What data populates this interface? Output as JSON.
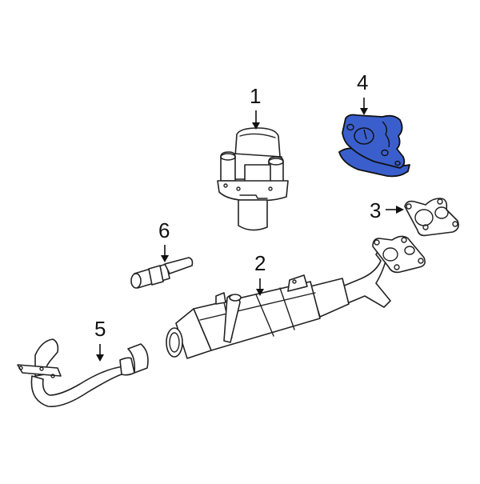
{
  "diagram": {
    "type": "exploded parts diagram",
    "highlight_color": "#3a5fcd",
    "line_color": "#222222",
    "background": "#ffffff",
    "parts": [
      {
        "callout": "1",
        "name": "EGR valve / air pump body",
        "highlighted": false
      },
      {
        "callout": "2",
        "name": "EGR cooler",
        "highlighted": false
      },
      {
        "callout": "3",
        "name": "gasket",
        "highlighted": false
      },
      {
        "callout": "4",
        "name": "flange adapter",
        "highlighted": true
      },
      {
        "callout": "5",
        "name": "EGR tube",
        "highlighted": false
      },
      {
        "callout": "6",
        "name": "sensor / fitting",
        "highlighted": false
      }
    ]
  }
}
